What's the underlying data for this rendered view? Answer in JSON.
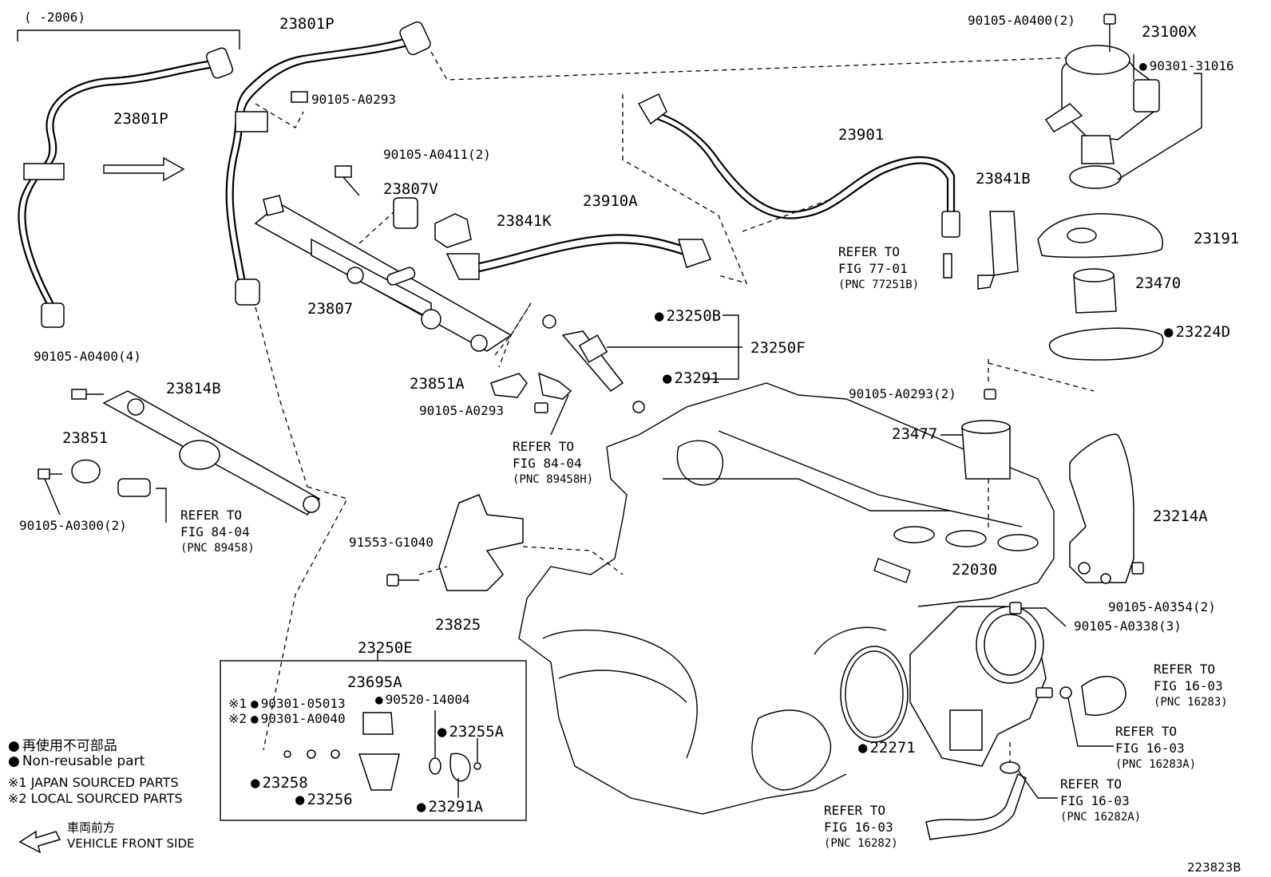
{
  "year_range": "(   -2006)",
  "diagram_id": "223823B",
  "parts": {
    "p23801P_a": "23801P",
    "p23801P_b": "23801P",
    "p90105_A0293_a": "90105-A0293",
    "p90105_A0411": "90105-A0411(2)",
    "p23807V": "23807V",
    "p23841K": "23841K",
    "p23910A": "23910A",
    "p23807": "23807",
    "p23901": "23901",
    "p23100X": "23100X",
    "p90105_A0400_2": "90105-A0400(2)",
    "p90301_31016": "90301-31016",
    "p23841B": "23841B",
    "p23191": "23191",
    "p23470": "23470",
    "p23224D": "23224D",
    "p23250B": "23250B",
    "p23250F": "23250F",
    "p23291": "23291",
    "p23851A": "23851A",
    "p90105_A0293_b": "90105-A0293",
    "p90105_A0400_4": "90105-A0400(4)",
    "p23814B": "23814B",
    "p23851": "23851",
    "p90105_A0300": "90105-A0300(2)",
    "p90105_A0293_2": "90105-A0293(2)",
    "p23477": "23477",
    "p23214A": "23214A",
    "p90105_A0354": "90105-A0354(2)",
    "p22030": "22030",
    "p90105_A0338": "90105-A0338(3)",
    "p91553_G1040": "91553-G1040",
    "p23825": "23825",
    "p23250E": "23250E",
    "p23695A": "23695A",
    "p90301_05013": "90301-05013",
    "p90520_14004": "90520-14004",
    "p90301_A0040": "90301-A0040",
    "p23255A": "23255A",
    "p23258": "23258",
    "p23256": "23256",
    "p23291A": "23291A",
    "p22271": "22271",
    "mark1": "※1",
    "mark2": "※2"
  },
  "refer_notes": [
    {
      "refer": "REFER TO",
      "fig": "FIG 77-01",
      "pnc": "(PNC 77251B)"
    },
    {
      "refer": "REFER TO",
      "fig": "FIG 84-04",
      "pnc": "(PNC 89458H)"
    },
    {
      "refer": "REFER TO",
      "fig": "FIG 84-04",
      "pnc": "(PNC 89458)"
    },
    {
      "refer": "REFER TO",
      "fig": "FIG 16-03",
      "pnc": "(PNC 16283)"
    },
    {
      "refer": "REFER TO",
      "fig": "FIG 16-03",
      "pnc": "(PNC 16283A)"
    },
    {
      "refer": "REFER TO",
      "fig": "FIG 16-03",
      "pnc": "(PNC 16282A)"
    },
    {
      "refer": "REFER TO",
      "fig": "FIG 16-03",
      "pnc": "(PNC 16282)"
    }
  ],
  "legend": {
    "nonreusable_jp": "再使用不可部品",
    "nonreusable_en": "Non-reusable part",
    "japan_sourced": "※1  JAPAN SOURCED PARTS",
    "local_sourced": "※2  LOCAL SOURCED PARTS"
  },
  "front_side": {
    "jp": "車両前方",
    "en": "VEHICLE FRONT SIDE"
  }
}
